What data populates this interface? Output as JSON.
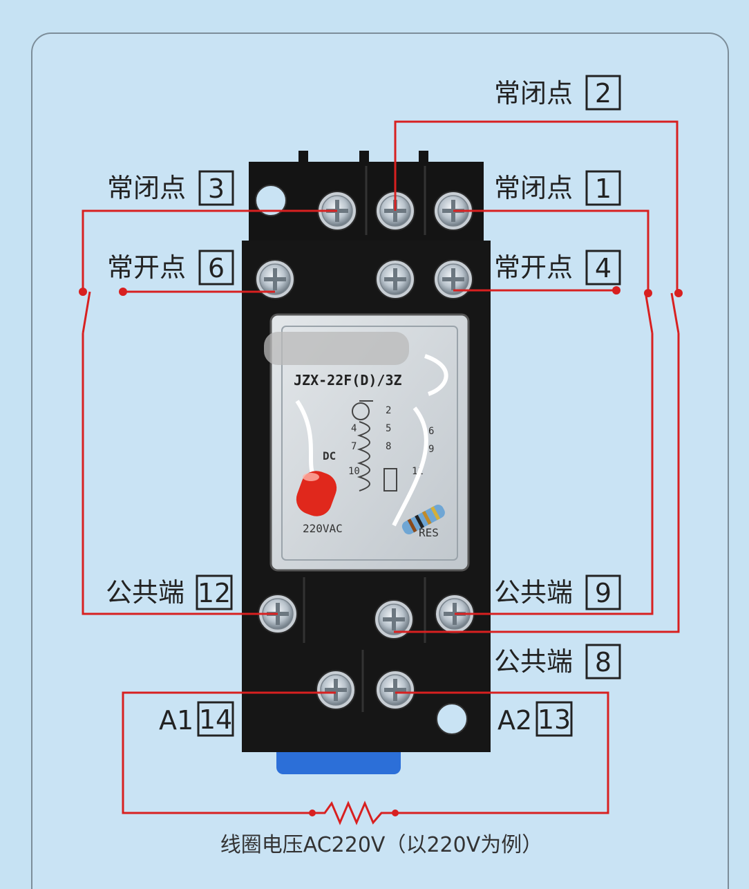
{
  "terminals": {
    "t1": {
      "label": "常闭点",
      "num": "1"
    },
    "t2": {
      "label": "常闭点",
      "num": "2"
    },
    "t3": {
      "label": "常闭点",
      "num": "3"
    },
    "t4": {
      "label": "常开点",
      "num": "4"
    },
    "t6": {
      "label": "常开点",
      "num": "6"
    },
    "t8": {
      "label": "公共端",
      "num": "8"
    },
    "t9": {
      "label": "公共端",
      "num": "9"
    },
    "t12": {
      "label": "公共端",
      "num": "12"
    },
    "t13": {
      "label": "A2",
      "num": "13"
    },
    "t14": {
      "label": "A1",
      "num": "14"
    }
  },
  "relay": {
    "model": "JZX-22F(D)/3Z",
    "internal_numbers": [
      "2",
      "4",
      "5",
      "6",
      "7",
      "8",
      "9",
      "10",
      "11"
    ],
    "res_label": "RES",
    "voltage_mark": "220VAC",
    "dc_mark": "DC"
  },
  "caption": "线圈电压AC220V（以220V为例）",
  "colors": {
    "background": "#c6e2f3",
    "wire": "#d82020",
    "base": "#141414",
    "socket_blue": "#2c6fd8"
  },
  "icons": {
    "coil": "resistor-zigzag-icon",
    "contact": "switch-contact-icon",
    "screw": "terminal-screw-icon"
  }
}
